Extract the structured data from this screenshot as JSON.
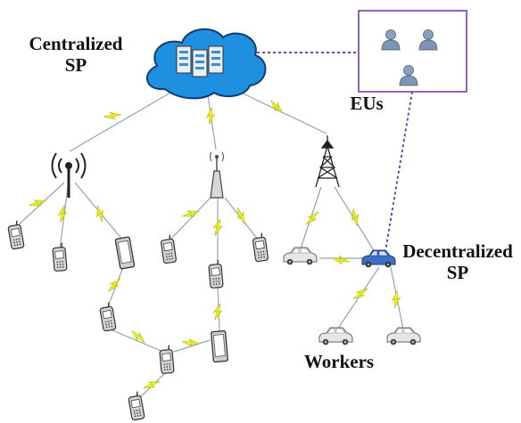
{
  "labels": {
    "centralized_line1": "Centralized",
    "centralized_line2": "SP",
    "eus": "EUs",
    "decentralized_line1": "Decentralized",
    "decentralized_line2": "SP",
    "workers": "Workers"
  },
  "colors": {
    "cloud_fill": "#1f8fe0",
    "cloud_stroke": "#0d3c77",
    "link_line": "#8fa6ae",
    "dashed_link": "#7a3fa8",
    "lightning": "#e8f21c",
    "eu_box_border": "#7a3fa8",
    "user_icon": "#7e94b4",
    "central_car": "#3a6fc4",
    "car": "#e6e6e6",
    "phone": "#bdbdbd"
  },
  "icons": [
    "cloud-server-icon",
    "user-icon",
    "antenna-icon",
    "base-station-icon",
    "cell-tower-icon",
    "mobile-phone-icon",
    "tablet-icon",
    "car-icon",
    "lightning-icon"
  ]
}
